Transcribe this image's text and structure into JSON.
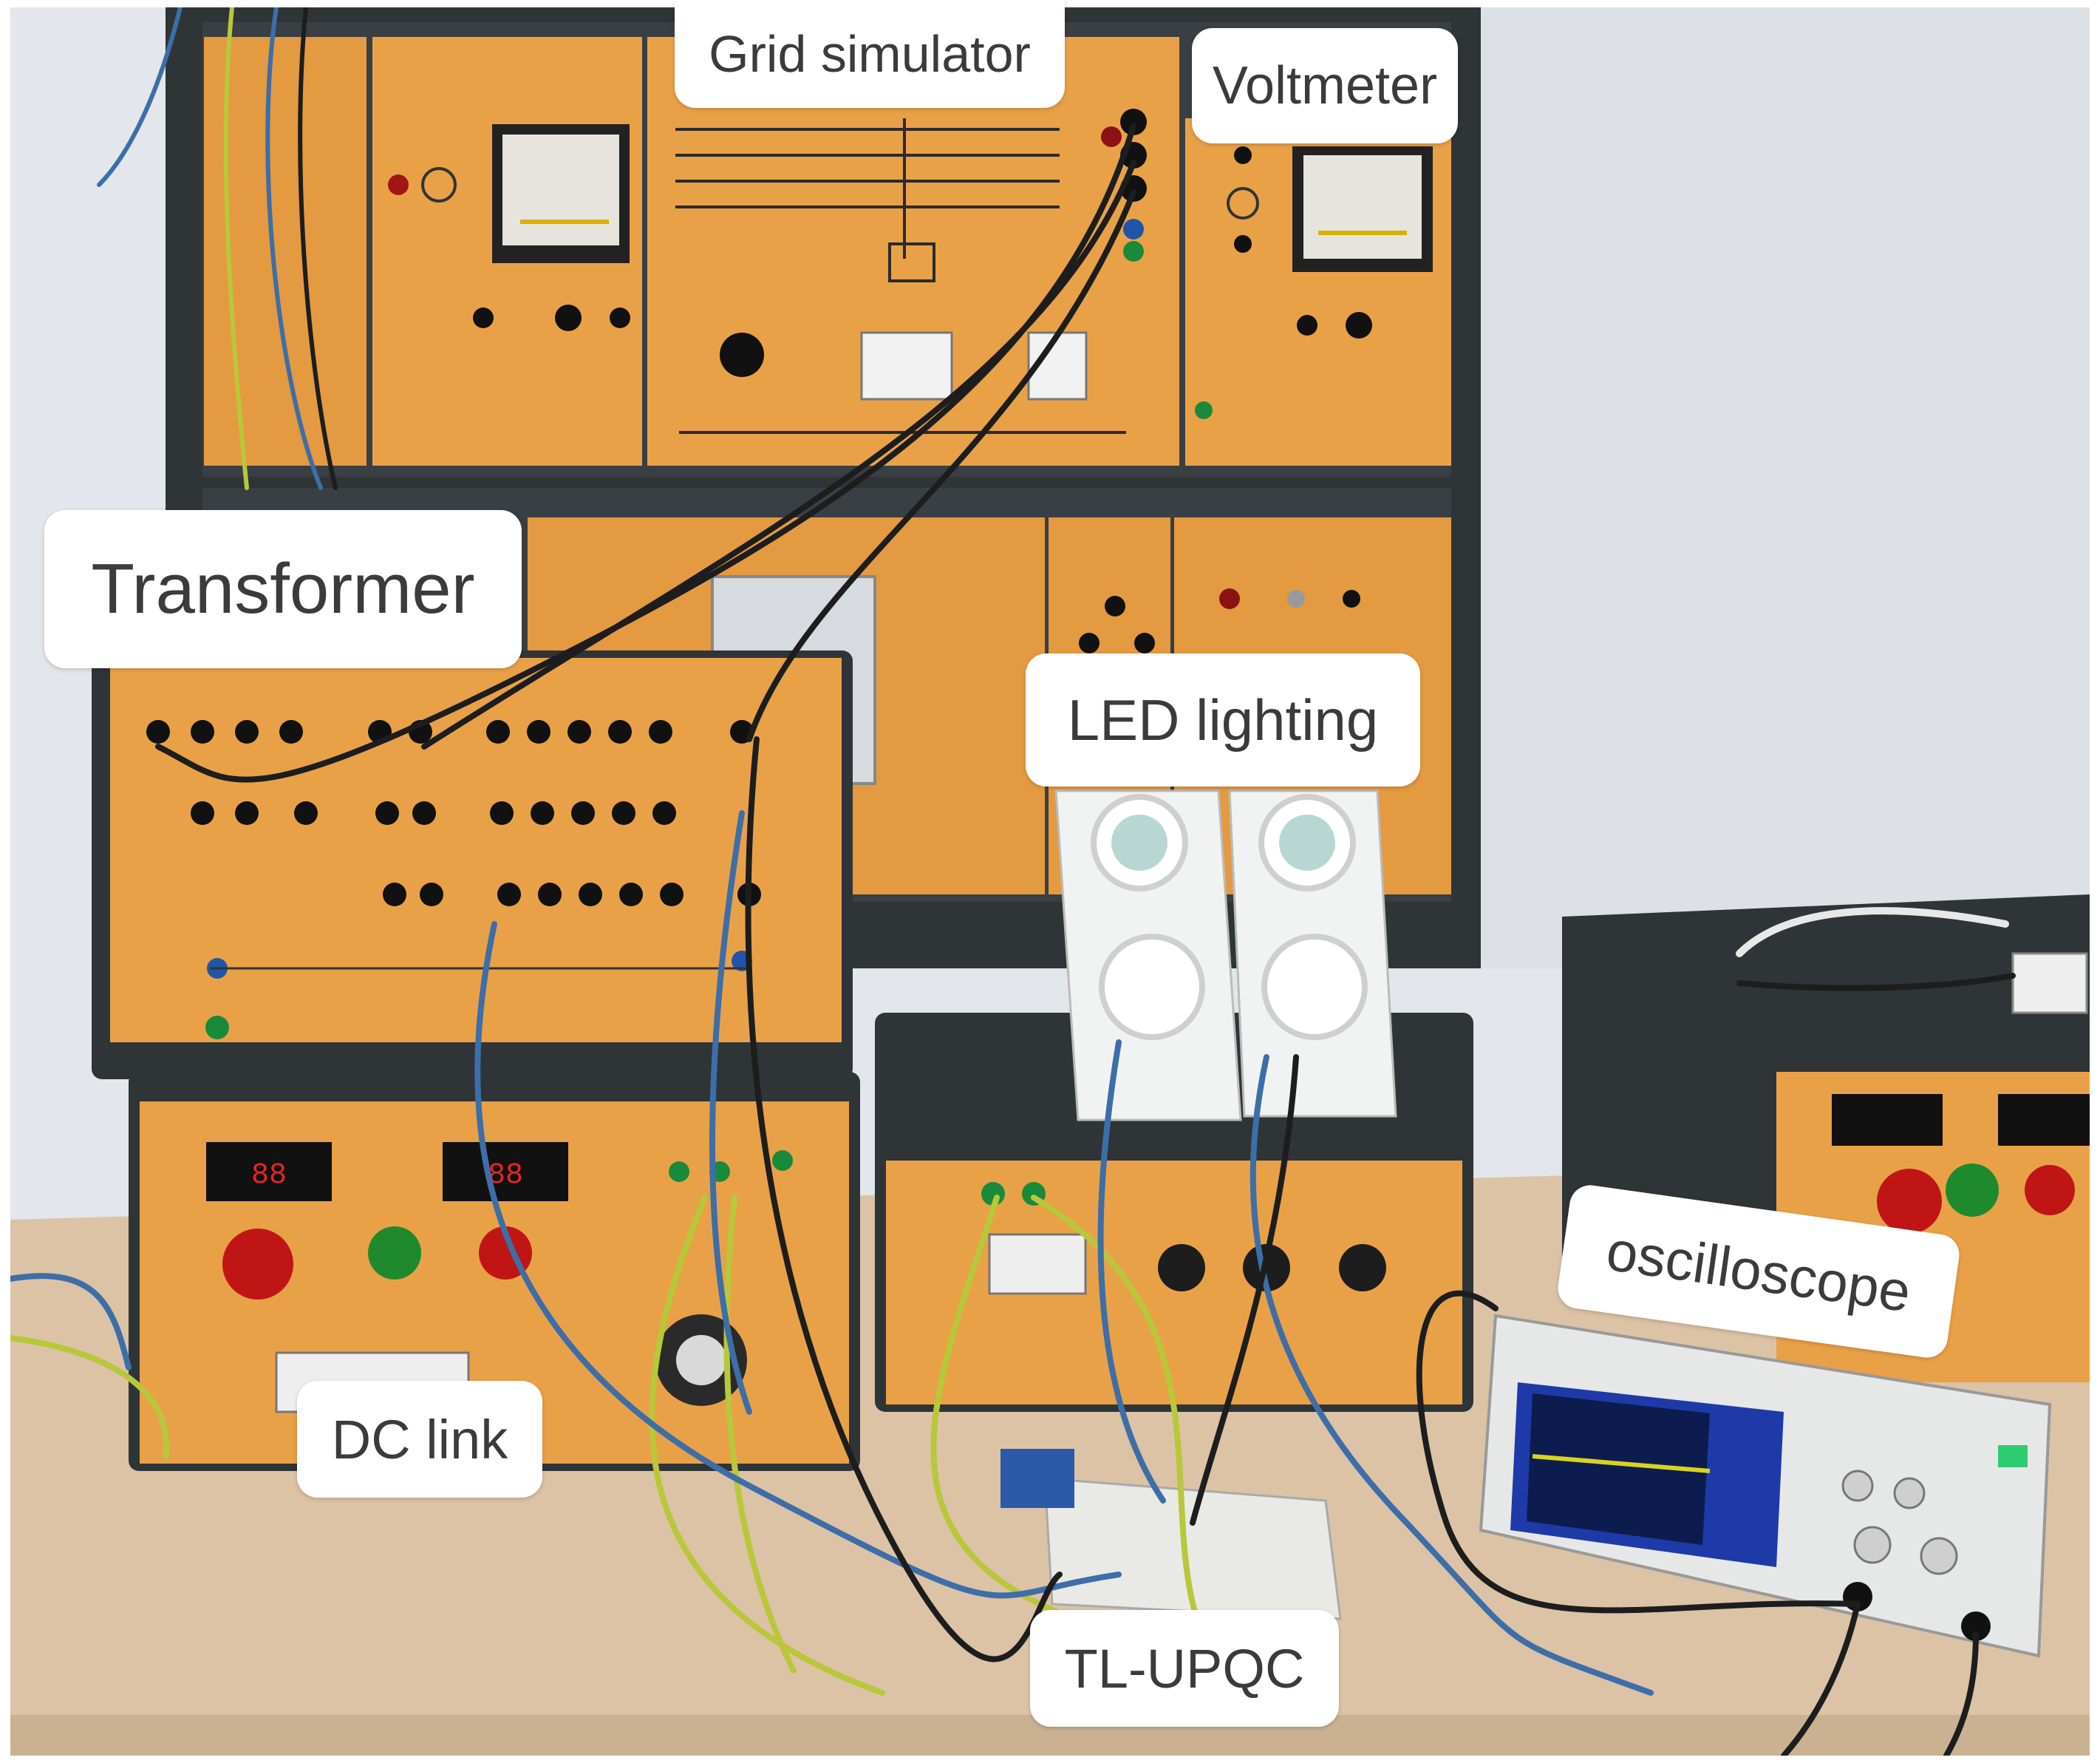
{
  "labels": {
    "grid_simulator": "Grid simulator",
    "voltmeter": "Voltmeter",
    "transformer": "Transformer",
    "led_lighting": "LED lighting",
    "oscilloscope": "oscilloscope",
    "dc_link": "DC link",
    "tl_upqc": "TL-UPQC"
  },
  "colors": {
    "wall": "#e3e6ea",
    "panel_orange": "#e9a148",
    "frame_dark": "#2f3437",
    "bench": "#dcc3a6",
    "wire_yellow_green": "#b9c73a",
    "wire_blue": "#3d6ea8",
    "wire_black": "#1d1d1d",
    "callout_bg": "#ffffff",
    "callout_text": "#3b3b3b"
  }
}
